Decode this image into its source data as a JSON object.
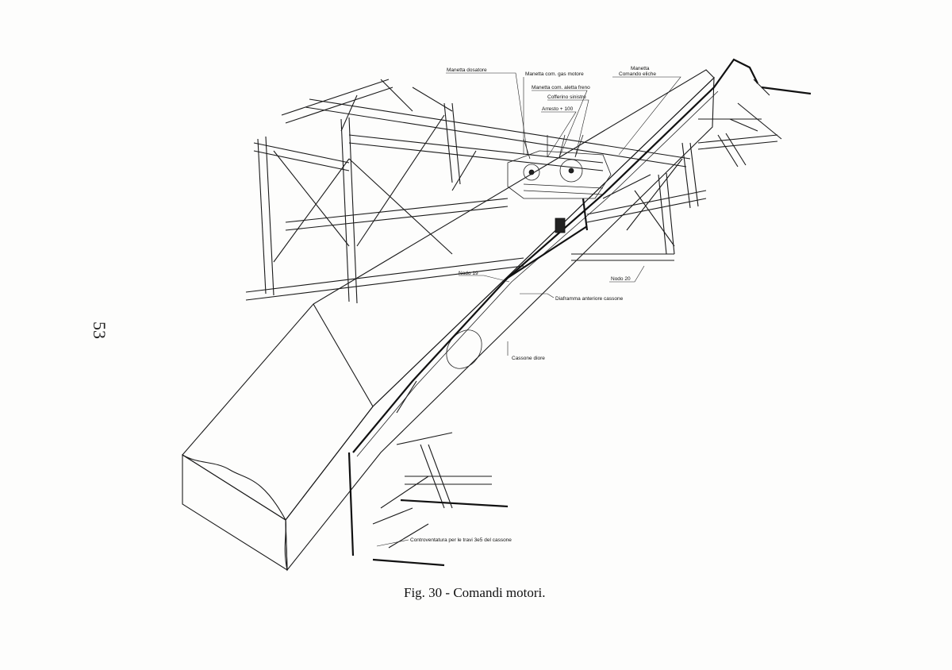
{
  "page_number": "53",
  "caption": "Fig. 30 - Comandi motori.",
  "labels": {
    "manetta_dosatore": "Manetta dosatore",
    "manetta_gas": "Manetta com. gas motore",
    "manetta_comando_eliche_1": "Manetta",
    "manetta_comando_eliche_2": "Comando eliche",
    "manetta_aletta_freno": "Manetta com. aletta freno",
    "cofferino_sinistro": "Cofferino sinistro",
    "arresto": "Arresto + 100",
    "nodo_19": "Nodo 19",
    "nodo_20": "Nodo 20",
    "diaframma": "Diaframma anteriore cassone",
    "cassone_diore": "Cassone diore",
    "controventatura": "Controventatura per le travi 3e5 del cassone"
  }
}
